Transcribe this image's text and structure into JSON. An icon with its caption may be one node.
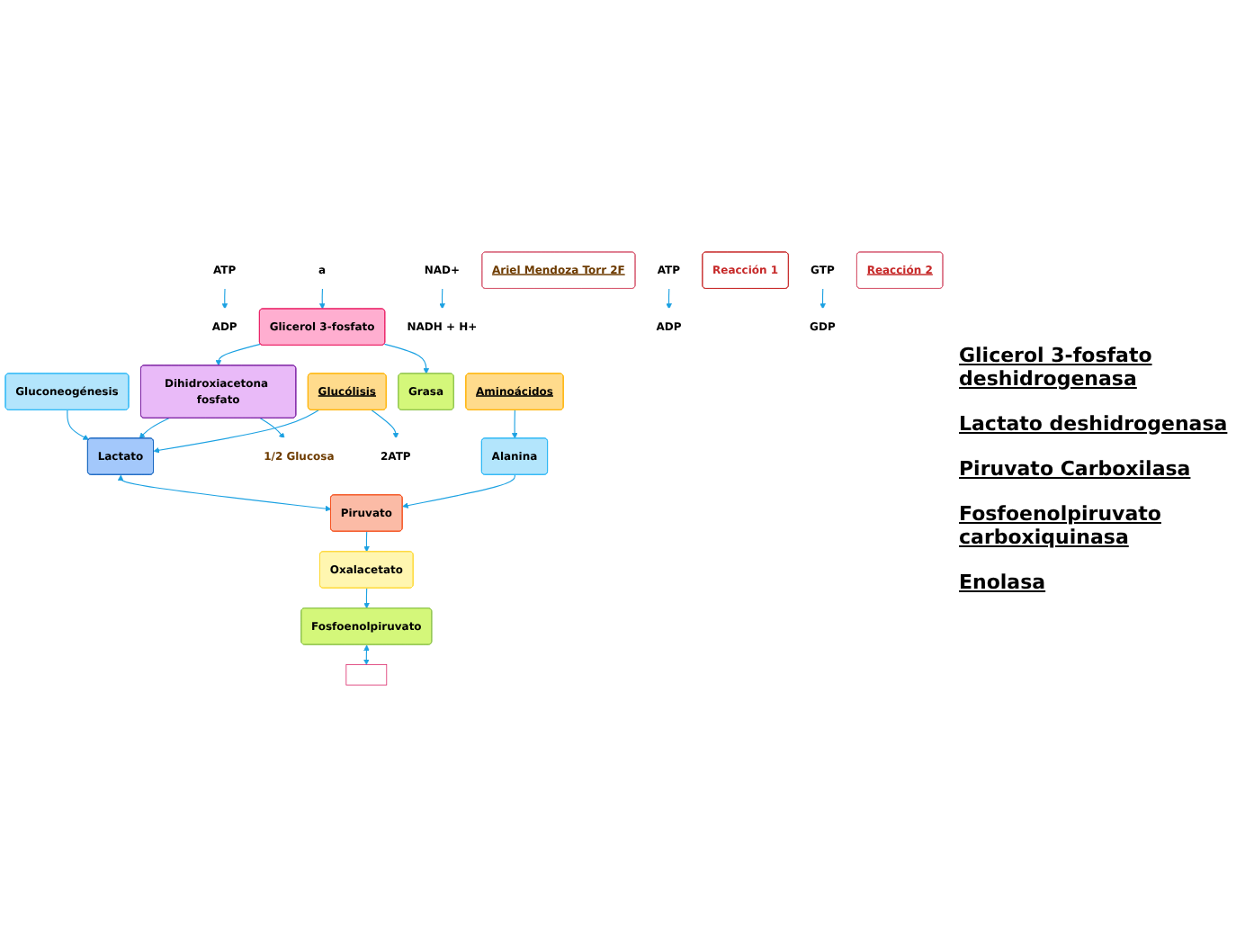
{
  "diagram": {
    "nodes": [
      {
        "text": [
          "Gluconeogénesis"
        ]
      },
      {
        "text": [
          "ATP"
        ]
      },
      {
        "text": [
          "ADP"
        ]
      },
      {
        "text": [
          "a"
        ]
      },
      {
        "text": [
          "Grasa"
        ]
      },
      {
        "text": [
          "Glucólisis"
        ]
      },
      {
        "text": [
          "Glicerol 3-fosfato"
        ]
      },
      {
        "text": [
          "NAD+"
        ]
      },
      {
        "text": [
          "2ATP"
        ]
      },
      {
        "text": [
          "NADH + H+"
        ]
      },
      {
        "text": [
          "Dihidroxiacetona fosfato"
        ]
      },
      {
        "text": [
          "1/2 Glucosa"
        ]
      },
      {
        "text": [
          "Lactato"
        ]
      },
      {
        "text": [
          "Ariel Mendoza Torr 2F"
        ]
      },
      {
        "text": [
          "Aminoácidos"
        ]
      },
      {
        "text": [
          "Alanina"
        ]
      },
      {
        "text": [
          "Piruvato"
        ]
      },
      {
        "text": [
          "ATP"
        ]
      },
      {
        "text": [
          "ADP"
        ]
      },
      {
        "text": [
          "Reacción 1"
        ]
      },
      {
        "text": [
          "Oxalacetato"
        ]
      },
      {
        "text": [
          "GTP"
        ]
      },
      {
        "text": [
          "GDP"
        ]
      },
      {
        "text": [
          "Fosfoenolpiruvato"
        ]
      },
      {
        "text": [
          "Reacción 2"
        ]
      },
      {
        "text": [],
        "shape": "box"
      }
    ],
    "edges": [
      {
        "from": 3,
        "to": 6,
        "arrow": "to"
      },
      {
        "from": 1,
        "to": 2,
        "arrow": "to"
      },
      {
        "from": 6,
        "to": 4,
        "arrow": "to"
      },
      {
        "from": 6,
        "to": 10,
        "arrow": "to"
      },
      {
        "from": 7,
        "to": 9,
        "arrow": "to"
      },
      {
        "from": 5,
        "to": 8,
        "arrow": "to"
      },
      {
        "from": 5,
        "to": 12,
        "arrow": "to"
      },
      {
        "from": 0,
        "to": 12,
        "arrow": "to"
      },
      {
        "from": 10,
        "to": 11,
        "arrow": "to"
      },
      {
        "from": 10,
        "to": 12,
        "arrow": "to"
      },
      {
        "from": 12,
        "to": 16,
        "arrow": "both"
      },
      {
        "from": 14,
        "to": 15,
        "arrow": "to"
      },
      {
        "from": 15,
        "to": 16,
        "arrow": "to"
      },
      {
        "from": 16,
        "to": 20,
        "arrow": "to"
      },
      {
        "from": 17,
        "to": 18,
        "arrow": "to"
      },
      {
        "from": 20,
        "to": 23,
        "arrow": "to"
      },
      {
        "from": 21,
        "to": 22,
        "arrow": "to"
      },
      {
        "from": 23,
        "to": 25,
        "arrow": "both"
      }
    ],
    "labels": [
      "Glicerol 3-fosfato deshidrogenasa",
      "Lactato deshidrogenasa",
      "Piruvato Carboxilasa",
      "Fosfoenolpiruvato carboxiquinasa",
      "Enolasa"
    ]
  }
}
